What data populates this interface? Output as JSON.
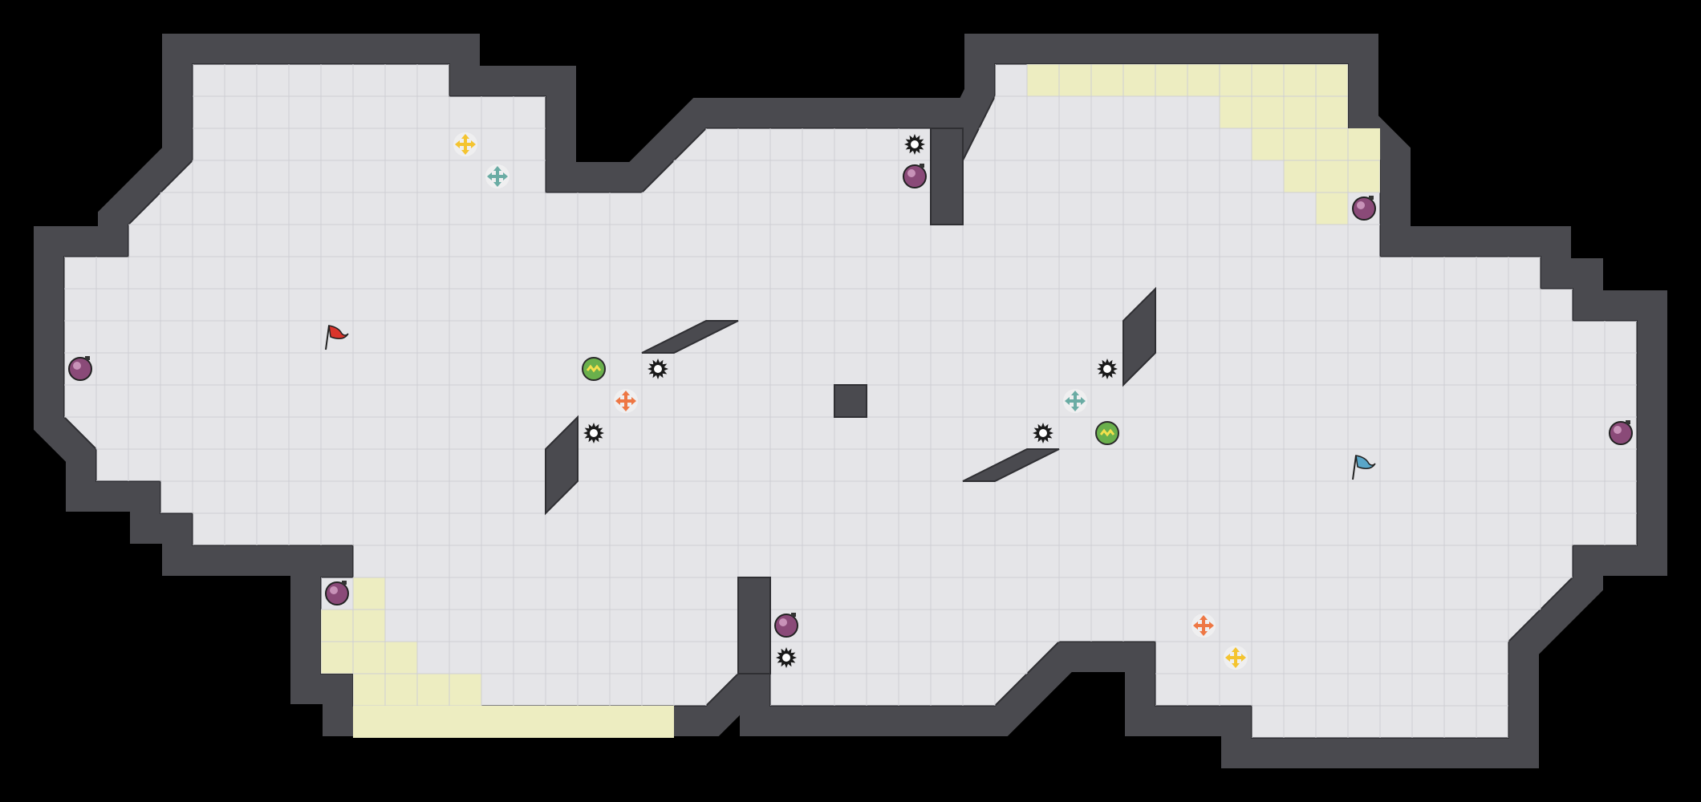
{
  "map": {
    "name": "arena-map",
    "background_color": "#000000",
    "floor_color": "#e5e5e8",
    "grid_line_color": "#cfcfd4",
    "wall_color": "#4a4a4f",
    "wall_outline_color": "#2f2f33",
    "base_zone_color": "#ededc1"
  },
  "teams": [
    {
      "name": "red",
      "flag_color": "#d9342b"
    },
    {
      "name": "blue",
      "flag_color": "#5aa6c8"
    }
  ],
  "entity_types": {
    "flag": {
      "icon": "flag-icon"
    },
    "spike_mine": {
      "icon": "spike-mine-icon",
      "color": "#1a1a1a"
    },
    "bomb": {
      "icon": "bomb-icon",
      "color": "#8a4a78"
    },
    "boost_pad": {
      "icon": "boost-pad-icon",
      "color": "#6ab04c"
    },
    "powerup_orange": {
      "icon": "powerup-orange-icon",
      "color": "#ee7744"
    },
    "powerup_yellow": {
      "icon": "powerup-yellow-icon",
      "color": "#f4c430"
    },
    "powerup_teal": {
      "icon": "powerup-teal-icon",
      "color": "#6aaca4"
    }
  }
}
